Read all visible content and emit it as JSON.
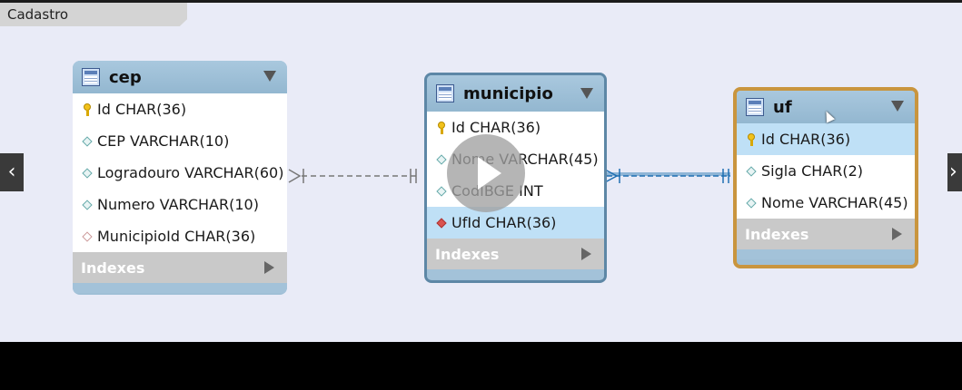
{
  "layer": {
    "label": "Cadastro"
  },
  "tables": {
    "cep": {
      "title": "cep",
      "columns": [
        {
          "label": "Id CHAR(36)",
          "icon": "primary-key-icon"
        },
        {
          "label": "CEP VARCHAR(10)",
          "icon": "column-icon"
        },
        {
          "label": "Logradouro VARCHAR(60)",
          "icon": "column-icon"
        },
        {
          "label": "Numero VARCHAR(10)",
          "icon": "column-icon"
        },
        {
          "label": "MunicipioId CHAR(36)",
          "icon": "column-icon"
        }
      ],
      "indexes_label": "Indexes"
    },
    "municipio": {
      "title": "municipio",
      "columns": [
        {
          "label": "Id CHAR(36)",
          "icon": "primary-key-icon"
        },
        {
          "label": "Nome VARCHAR(45)",
          "icon": "column-icon"
        },
        {
          "label": "CodIBGE INT",
          "icon": "column-icon"
        },
        {
          "label": "UfId CHAR(36)",
          "icon": "foreign-key-icon",
          "selected": true
        }
      ],
      "indexes_label": "Indexes"
    },
    "uf": {
      "title": "uf",
      "columns": [
        {
          "label": "Id CHAR(36)",
          "icon": "primary-key-icon",
          "selected": true
        },
        {
          "label": "Sigla CHAR(2)",
          "icon": "column-icon"
        },
        {
          "label": "Nome VARCHAR(45)",
          "icon": "column-icon"
        }
      ],
      "indexes_label": "Indexes"
    }
  },
  "colors": {
    "canvas": "#e9ebf7",
    "table_header": "#9fbfd6",
    "selected_row": "#bfe0f6",
    "uf_highlight_border": "#c9953e",
    "relationship_highlight": "#1f6fb2"
  }
}
